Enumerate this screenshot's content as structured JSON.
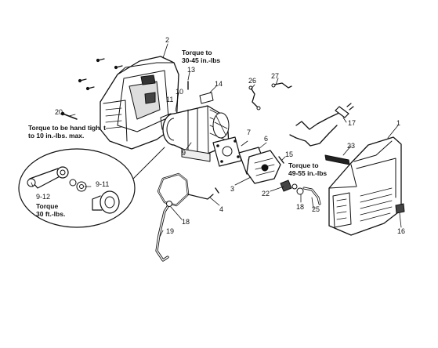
{
  "callouts": {
    "c1": "1",
    "c2": "2",
    "c3": "3",
    "c4": "4",
    "c6": "6",
    "c7": "7",
    "c9": "9",
    "c10": "10",
    "c11": "11",
    "c13": "13",
    "c14": "14",
    "c15": "15",
    "c16": "16",
    "c17": "17",
    "c18a": "18",
    "c18b": "18",
    "c19": "19",
    "c20": "20",
    "c22": "22",
    "c23": "23",
    "c25": "25",
    "c26": "26",
    "c27": "27",
    "c911": "9-11",
    "c912": "9-12"
  },
  "notes": {
    "torque_30_45": "Torque to\n30-45 in.-lbs",
    "torque_hand": "Torque to be hand tigh  t\nto 10 in.-lbs. max.",
    "torque_49_55": "Torque to\n49-55 in.-lbs",
    "torque_30ft": "Torque\n30 ft.-lbs."
  }
}
